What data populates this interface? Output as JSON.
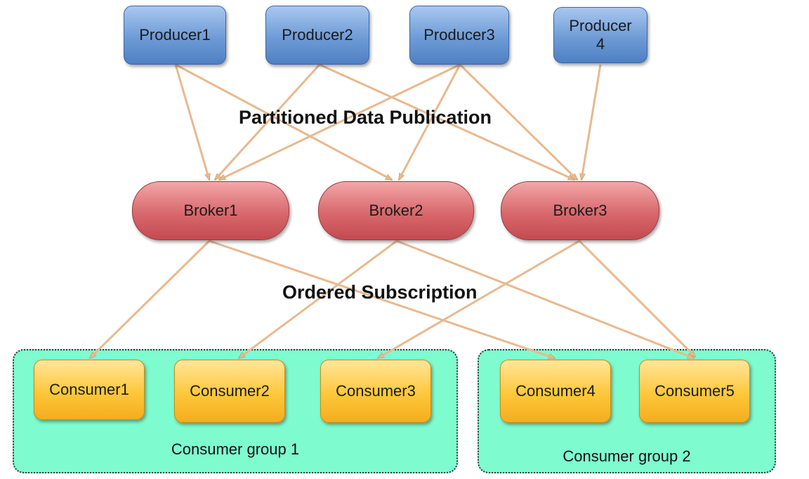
{
  "producers": [
    {
      "label": "Producer1"
    },
    {
      "label": "Producer2"
    },
    {
      "label": "Producer3"
    },
    {
      "label_line1": "Producer",
      "label_line2": "4"
    }
  ],
  "section_titles": {
    "publication": "Partitioned Data Publication",
    "subscription": "Ordered Subscription"
  },
  "brokers": [
    {
      "label": "Broker1"
    },
    {
      "label": "Broker2"
    },
    {
      "label": "Broker3"
    }
  ],
  "consumers": [
    {
      "label": "Consumer1"
    },
    {
      "label": "Consumer2"
    },
    {
      "label": "Consumer3"
    },
    {
      "label": "Consumer4"
    },
    {
      "label": "Consumer5"
    }
  ],
  "groups": [
    {
      "label": "Consumer group 1"
    },
    {
      "label": "Consumer group 2"
    }
  ],
  "colors": {
    "arrow": "#e8b98f",
    "producer": "#6e9bd6",
    "broker": "#d8686c",
    "consumer": "#fdc73a",
    "group_fill": "#7ffbd0"
  }
}
